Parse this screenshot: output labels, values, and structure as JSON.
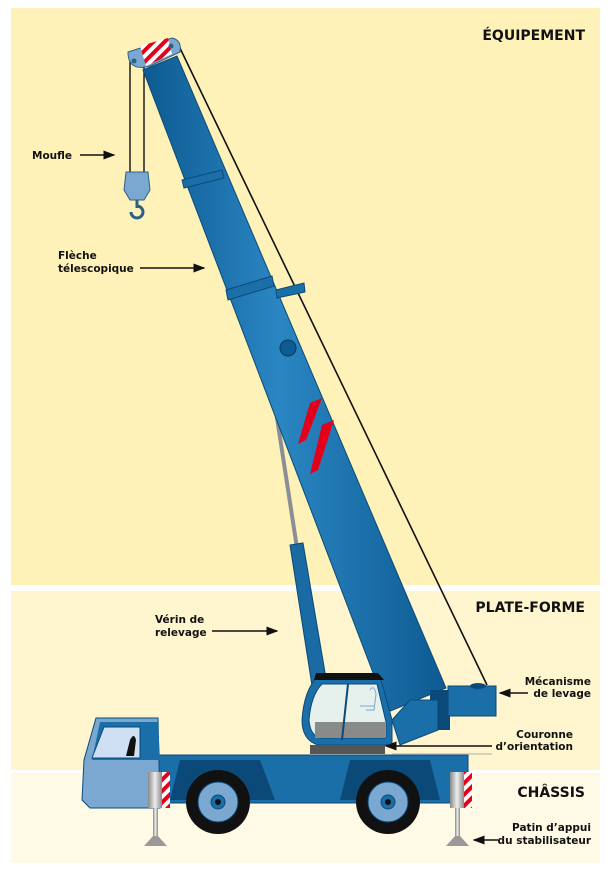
{
  "sections": {
    "equipment": "ÉQUIPEMENT",
    "platform": "PLATE-FORME",
    "chassis": "CHÂSSIS"
  },
  "labels": {
    "moufle": [
      "Moufle"
    ],
    "fleche": [
      "Flèche",
      "télescopique"
    ],
    "verin": [
      "Vérin de",
      "relevage"
    ],
    "mecanisme": [
      "Mécanisme",
      "de levage"
    ],
    "couronne": [
      "Couronne",
      "d’orientation"
    ],
    "patin": [
      "Patin d’appui",
      "du stabilisateur"
    ]
  },
  "colors": {
    "equipment_bg": "#FFF2B8",
    "platform_bg": "#FFF5CF",
    "chassis_bg": "#FFFAE6",
    "crane_blue": "#1B6FA8",
    "crane_dark": "#0B4A78",
    "light_blue": "#7AA8D0",
    "warning_red": "#E3001B"
  }
}
